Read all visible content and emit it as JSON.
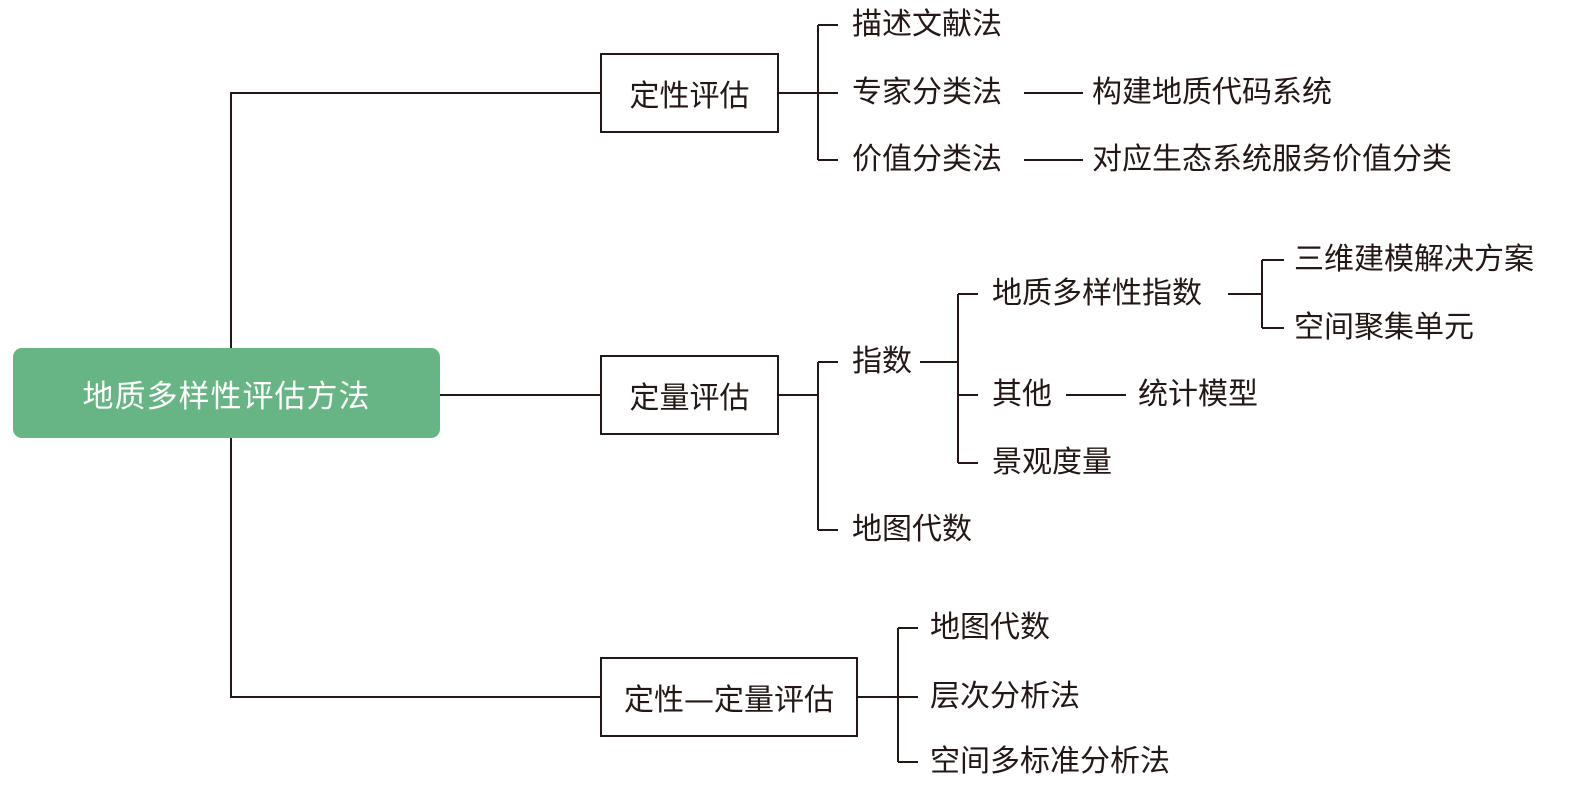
{
  "root": {
    "label": "地质多样性评估方法",
    "color": "#67b584"
  },
  "qualitative": {
    "label": "定性评估",
    "methods": {
      "literature": "描述文献法",
      "expert": "专家分类法",
      "expert_leaf": "构建地质代码系统",
      "value": "价值分类法",
      "value_leaf": "对应生态系统服务价值分类"
    }
  },
  "quantitative": {
    "label": "定量评估",
    "index": {
      "label": "指数",
      "geodiversity_index": "地质多样性指数",
      "geodiversity_leaves": [
        "三维建模解决方案",
        "空间聚集单元"
      ],
      "other": "其他",
      "other_leaf": "统计模型",
      "landscape": "景观度量"
    },
    "map_algebra": "地图代数"
  },
  "mixed": {
    "label": "定性—定量评估",
    "methods": [
      "地图代数",
      "层次分析法",
      "空间多标准分析法"
    ]
  }
}
